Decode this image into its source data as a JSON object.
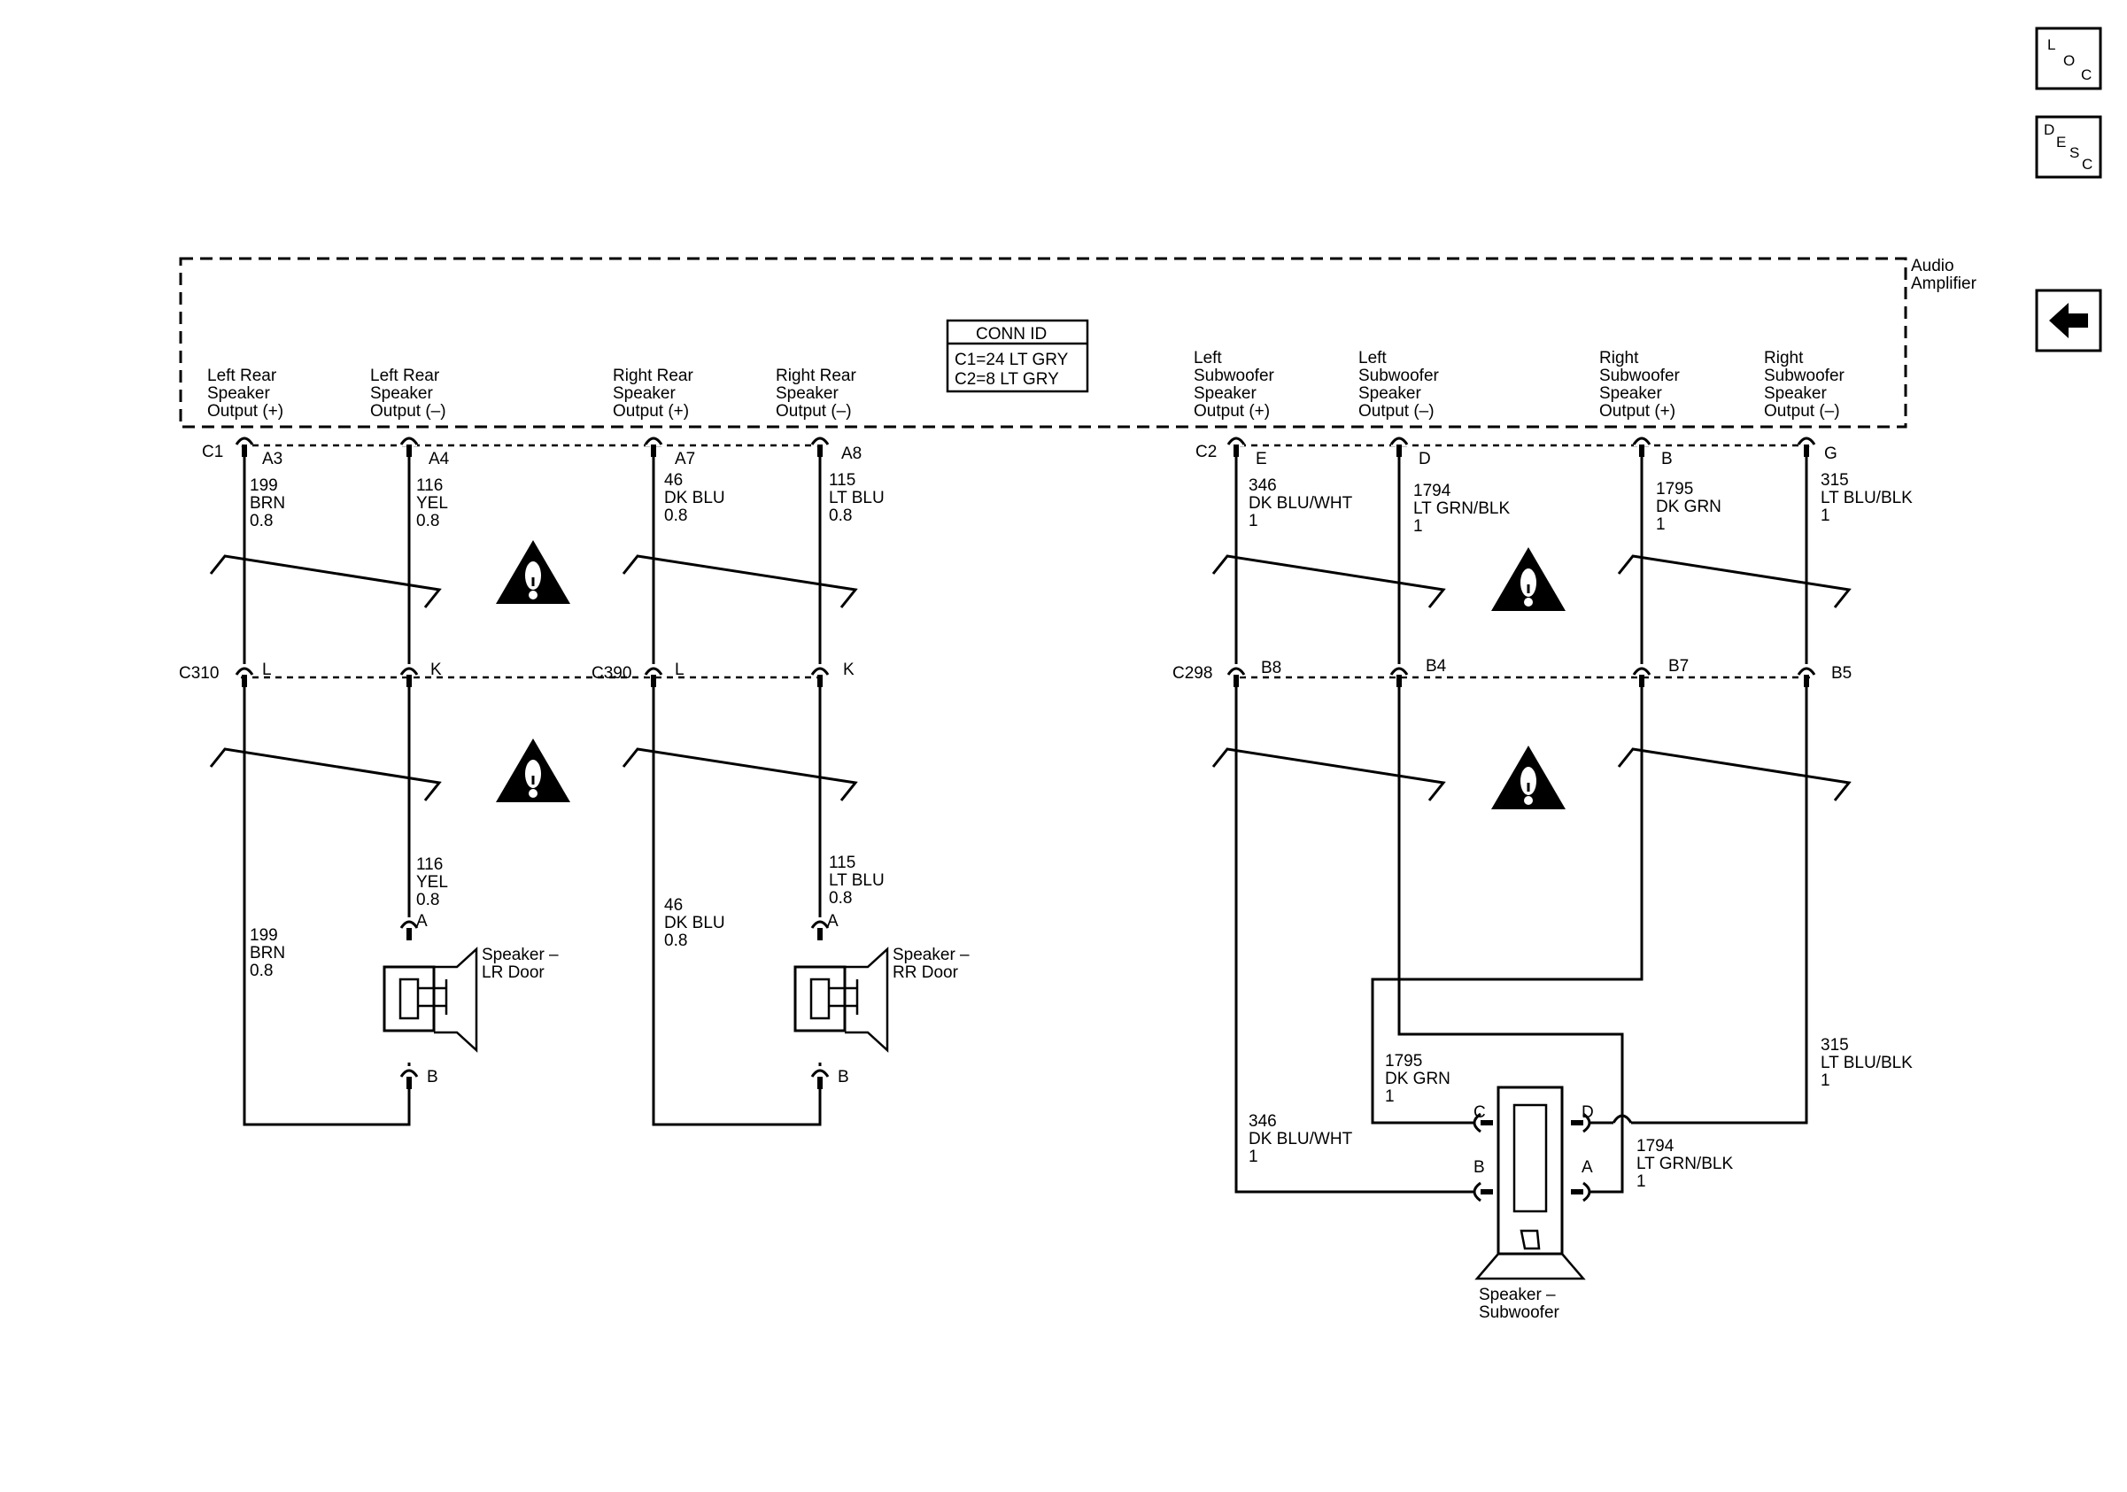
{
  "nav": {
    "loc": {
      "l1": "L",
      "l2": "O",
      "l3": "C"
    },
    "desc": {
      "l1": "D",
      "l2": "E",
      "l3": "S",
      "l4": "C"
    },
    "back_icon": "left-arrow-icon"
  },
  "amplifier": {
    "name_line1": "Audio",
    "name_line2": "Amplifier",
    "conn_id": {
      "title": "CONN ID",
      "line1": "C1=24 LT GRY",
      "line2": "C2=8 LT GRY"
    },
    "outputs": [
      {
        "l1": "Left Rear",
        "l2": "Speaker",
        "l3": "Output (+)"
      },
      {
        "l1": "Left Rear",
        "l2": "Speaker",
        "l3": "Output (–)"
      },
      {
        "l1": "Right Rear",
        "l2": "Speaker",
        "l3": "Output (+)"
      },
      {
        "l1": "Right Rear",
        "l2": "Speaker",
        "l3": "Output (–)"
      },
      {
        "l1": "Left",
        "l2": "Subwoofer",
        "l3": "Speaker",
        "l4": "Output (+)"
      },
      {
        "l1": "Left",
        "l2": "Subwoofer",
        "l3": "Speaker",
        "l4": "Output (–)"
      },
      {
        "l1": "Right",
        "l2": "Subwoofer",
        "l3": "Speaker",
        "l4": "Output (+)"
      },
      {
        "l1": "Right",
        "l2": "Subwoofer",
        "l3": "Speaker",
        "l4": "Output (–)"
      }
    ]
  },
  "connectors": {
    "c1": "C1",
    "c2": "C2",
    "c310": "C310",
    "c390": "C390",
    "c298": "C298",
    "pins_top": [
      "A3",
      "A4",
      "A7",
      "A8",
      "E",
      "D",
      "B",
      "G"
    ],
    "pins_mid": [
      "L",
      "K",
      "L",
      "K",
      "B8",
      "B4",
      "B7",
      "B5"
    ]
  },
  "wires_top": [
    {
      "circuit": "199",
      "color": "BRN",
      "gauge": "0.8"
    },
    {
      "circuit": "116",
      "color": "YEL",
      "gauge": "0.8"
    },
    {
      "circuit": "46",
      "color": "DK BLU",
      "gauge": "0.8"
    },
    {
      "circuit": "115",
      "color": "LT BLU",
      "gauge": "0.8"
    },
    {
      "circuit": "346",
      "color": "DK BLU/WHT",
      "gauge": "1"
    },
    {
      "circuit": "1794",
      "color": "LT GRN/BLK",
      "gauge": "1"
    },
    {
      "circuit": "1795",
      "color": "DK GRN",
      "gauge": "1"
    },
    {
      "circuit": "315",
      "color": "LT BLU/BLK",
      "gauge": "1"
    }
  ],
  "wires_bottom": [
    {
      "circuit": "199",
      "color": "BRN",
      "gauge": "0.8"
    },
    {
      "circuit": "116",
      "color": "YEL",
      "gauge": "0.8"
    },
    {
      "circuit": "46",
      "color": "DK BLU",
      "gauge": "0.8"
    },
    {
      "circuit": "115",
      "color": "LT BLU",
      "gauge": "0.8"
    },
    {
      "circuit": "346",
      "color": "DK BLU/WHT",
      "gauge": "1"
    },
    {
      "circuit": "1795",
      "color": "DK GRN",
      "gauge": "1"
    },
    {
      "circuit": "1794",
      "color": "LT GRN/BLK",
      "gauge": "1"
    },
    {
      "circuit": "315",
      "color": "LT BLU/BLK",
      "gauge": "1"
    }
  ],
  "speakers": {
    "lr": {
      "l1": "Speaker –",
      "l2": "LR Door",
      "pin_a": "A",
      "pin_b": "B"
    },
    "rr": {
      "l1": "Speaker –",
      "l2": "RR Door",
      "pin_a": "A",
      "pin_b": "B"
    },
    "sub": {
      "l1": "Speaker –",
      "l2": "Subwoofer",
      "pin_a": "A",
      "pin_b": "B",
      "pin_c": "C",
      "pin_d": "D"
    }
  },
  "icons": {
    "warning": "warning-triangle-icon",
    "break": "wire-break-icon"
  }
}
